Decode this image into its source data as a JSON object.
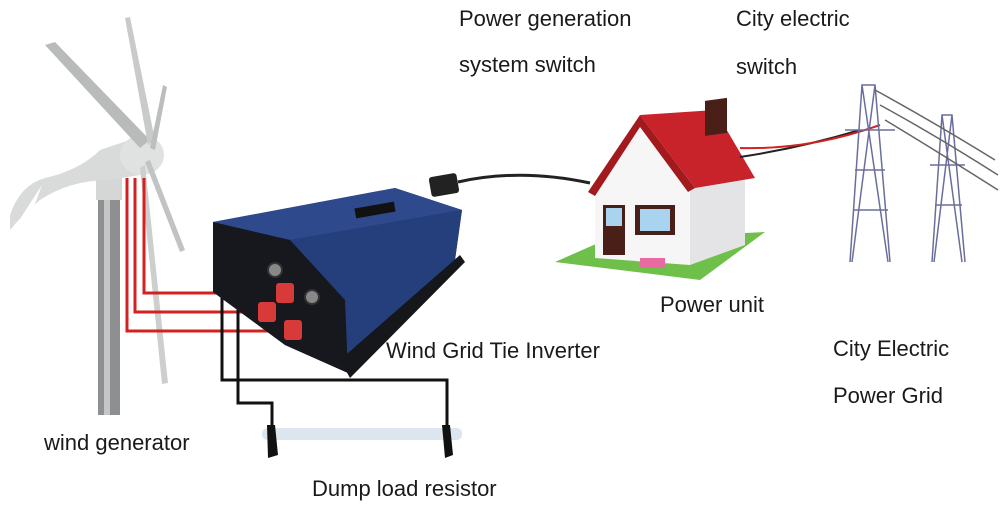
{
  "labels": {
    "power_generation_switch": [
      "Power generation",
      "system switch"
    ],
    "city_electric_switch": [
      "City electric",
      "switch"
    ],
    "power_unit": "Power unit",
    "wind_grid_tie_inverter": "Wind Grid Tie Inverter",
    "city_electric_power_grid": [
      "City Electric",
      "Power Grid"
    ],
    "wind_generator": "wind generator",
    "dump_load_resistor": "Dump load resistor"
  },
  "colors": {
    "inverter_body": "#22376e",
    "wire_ac": "#d32020",
    "wire_dump": "#111111",
    "house_roof": "#c8232a",
    "lawn": "#6fc04a",
    "tower": "#6a6e9a"
  }
}
